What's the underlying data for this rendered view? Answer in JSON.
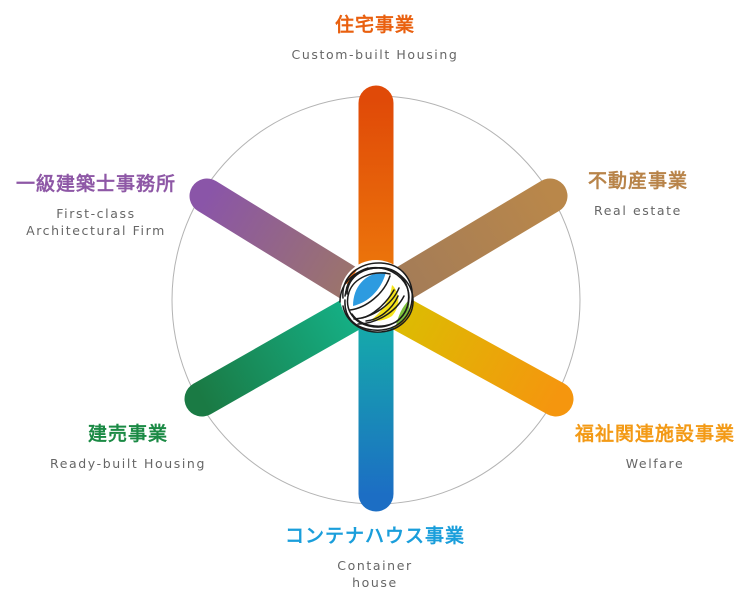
{
  "segments": [
    {
      "key": "housing",
      "title": "住宅事業",
      "subtitle": [
        "Custom-built Housing"
      ],
      "color": "#e9600f"
    },
    {
      "key": "realestate",
      "title": "不動産事業",
      "subtitle": [
        "Real estate"
      ],
      "color": "#b8844a"
    },
    {
      "key": "welfare",
      "title": "福祉関連施設事業",
      "subtitle": [
        "Welfare"
      ],
      "color": "#f39a16"
    },
    {
      "key": "container",
      "title": "コンテナハウス事業",
      "subtitle": [
        "Container",
        "house"
      ],
      "color": "#1a9edb"
    },
    {
      "key": "readybuilt",
      "title": "建売事業",
      "subtitle": [
        "Ready-built Housing"
      ],
      "color": "#1b8a45"
    },
    {
      "key": "architect",
      "title": "一級建築士事務所",
      "subtitle": [
        "First-class",
        "Architectural Firm"
      ],
      "color": "#8e58a6"
    }
  ],
  "icons": {
    "center": "scribble-circle-logo-icon"
  }
}
